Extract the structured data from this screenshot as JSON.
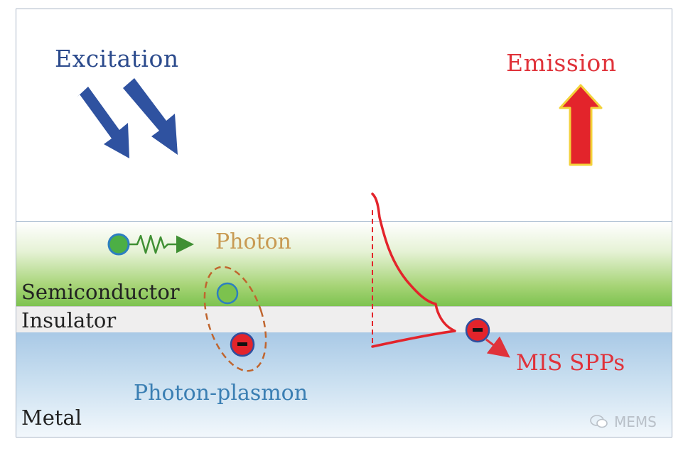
{
  "labels": {
    "excitation": "Excitation",
    "emission": "Emission",
    "photon": "Photon",
    "semiconductor": "Semiconductor",
    "insulator": "Insulator",
    "photon_plasmon": "Photon-plasmon",
    "metal": "Metal",
    "mis_spps": "MIS SPPs"
  },
  "watermark": {
    "text": "MEMS",
    "icon": "chat-bubble-icon"
  },
  "colors": {
    "excitation_blue": "#2b4a8c",
    "emission_red": "#e0323a",
    "photon_gold": "#c89a52",
    "plasmon_blue": "#3b7fb3",
    "semiconductor_green": "#7cc24e",
    "metal_blue": "#a9c9e6"
  }
}
